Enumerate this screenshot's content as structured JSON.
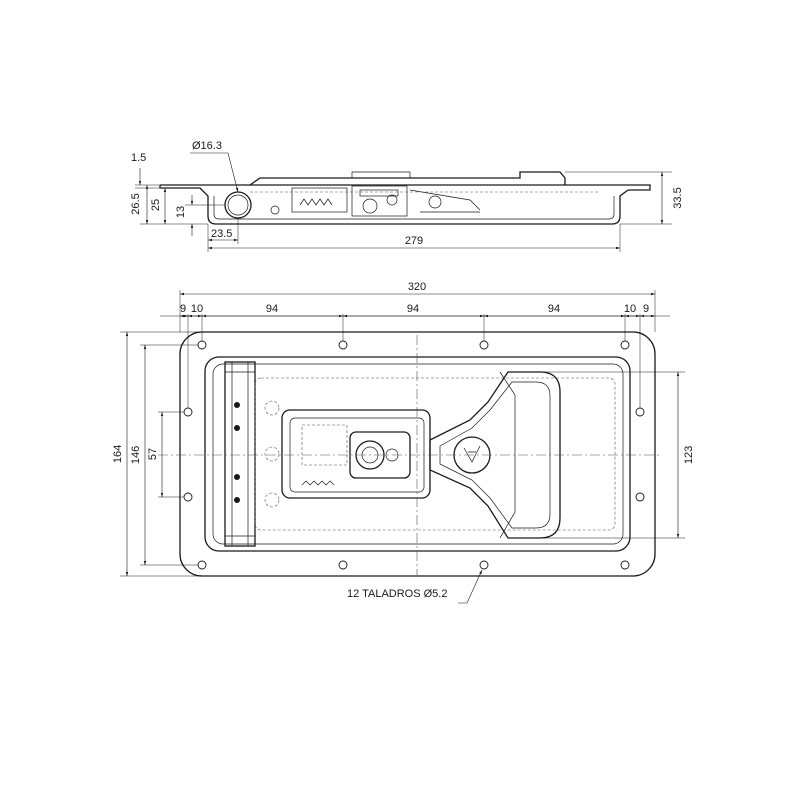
{
  "top_view": {
    "dims": {
      "d_thickness": "1.5",
      "d_hole": "Ø16.3",
      "d_overall_height": "26.5",
      "d_height": "25",
      "d_depth": "13",
      "d_offset": "23.5",
      "d_length": "279",
      "d_right_height": "33.5"
    }
  },
  "front_view": {
    "dims": {
      "d_total_width": "320",
      "d_left_9": "9",
      "d_left_10": "10",
      "d_pitch_1": "94",
      "d_pitch_2": "94",
      "d_pitch_3": "94",
      "d_right_10": "10",
      "d_right_9": "9",
      "d_total_height": "164",
      "d_inner_height": "146",
      "d_hole_spacing": "57",
      "d_right_height": "123"
    },
    "note": "12 TALADROS Ø5.2"
  },
  "colors": {
    "line": "#1a1a1a",
    "background": "#ffffff"
  }
}
